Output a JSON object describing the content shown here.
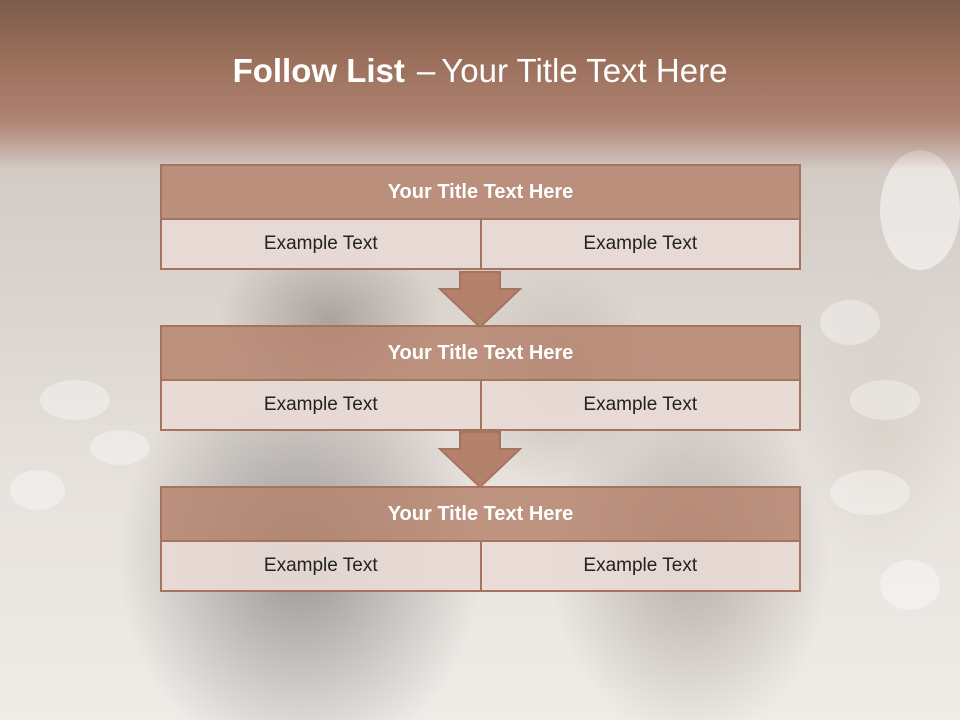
{
  "slide": {
    "title_bold": "Follow List",
    "title_separator": "–",
    "title_rest": "Your Title Text Here"
  },
  "blocks": [
    {
      "title": "Your Title Text Here",
      "cells": [
        "Example Text",
        "Example Text"
      ]
    },
    {
      "title": "Your Title Text Here",
      "cells": [
        "Example Text",
        "Example Text"
      ]
    },
    {
      "title": "Your Title Text Here",
      "cells": [
        "Example Text",
        "Example Text"
      ]
    }
  ],
  "colors": {
    "header": "#9a6f5b",
    "block_title_fill": "#b4826c",
    "block_border": "#a6735e",
    "cell_fill": "#e8dad5",
    "arrow_fill": "#b4826c"
  },
  "icons": [
    "down-arrow-icon",
    "down-arrow-icon"
  ]
}
